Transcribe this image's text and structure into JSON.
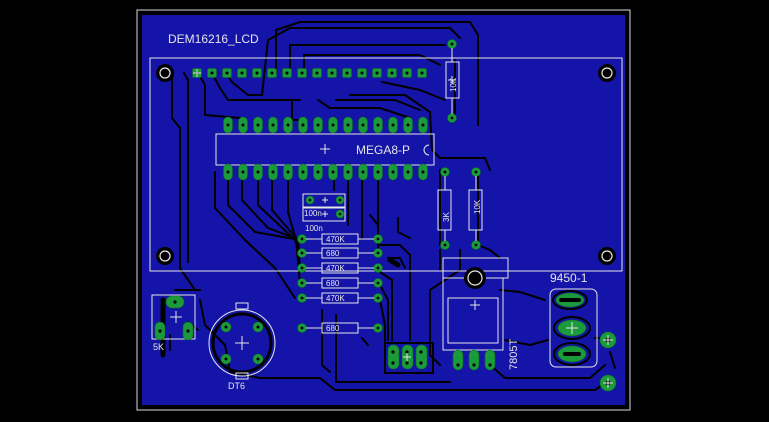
{
  "board": {
    "colors": {
      "background": "#000000",
      "copper": "#1414a8",
      "pad": "#1a9a3a",
      "silkscreen": "#e6e6e6",
      "board_outline": "#d8d8d8"
    }
  },
  "labels": {
    "lcd": "DEM16216_LCD",
    "mcu": "MEGA8-P",
    "regulator_box": "9450-1",
    "regulator": "7805T",
    "cap": "100n",
    "r_470k_1": "470K",
    "r_680_1": "680",
    "r_470k_2": "470K",
    "r_680_2": "680",
    "r_470k_3": "470K",
    "r_680_3": "680",
    "r_3k": "3K",
    "r_10k_a": "10K",
    "r_10k_b": "10K",
    "pot": "5K",
    "buzzer": "DT6"
  }
}
